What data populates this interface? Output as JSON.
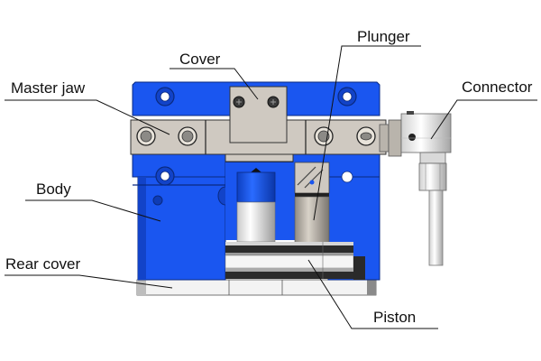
{
  "diagram": {
    "subject": "Gripper cross-section with labelled components",
    "labels": [
      {
        "id": "cover",
        "text": "Cover"
      },
      {
        "id": "plunger",
        "text": "Plunger"
      },
      {
        "id": "master_jaw",
        "text": "Master jaw"
      },
      {
        "id": "connector",
        "text": "Connector"
      },
      {
        "id": "body",
        "text": "Body"
      },
      {
        "id": "rear_cover",
        "text": "Rear cover"
      },
      {
        "id": "piston",
        "text": "Piston"
      }
    ],
    "colors": {
      "body": "#1a56f0",
      "steel": "#cfc9c1",
      "label_text": "#111111"
    }
  }
}
